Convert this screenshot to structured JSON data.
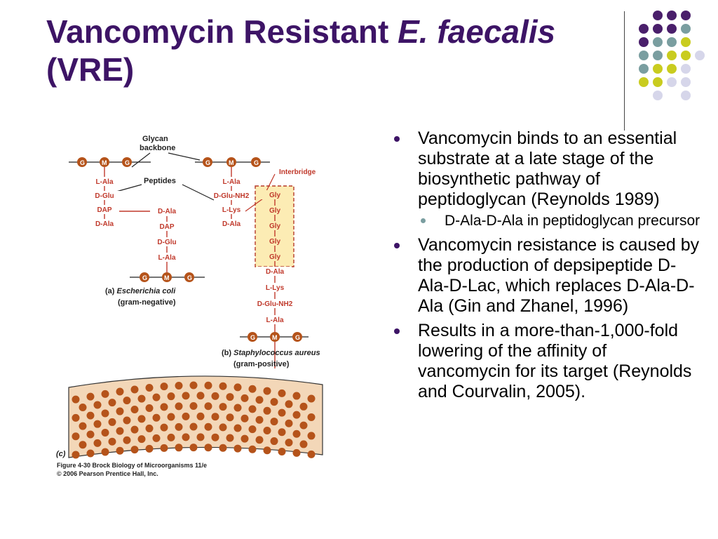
{
  "slide": {
    "title": "Vancomycin Resistant E. faecalis (VRE)",
    "title_parts": {
      "plain1": "Vancomycin Resistant ",
      "italic1": "E. faecalis",
      "plain2": " (VRE)"
    }
  },
  "colors": {
    "title": "#3d1466",
    "dot_purple": "#4a1f6b",
    "dot_teal": "#7a9ea0",
    "dot_yellow": "#c9cc1f",
    "dot_lavender": "#d6d6ea",
    "figure_brown": "#b5531a",
    "figure_red": "#c0392b"
  },
  "bullets": [
    {
      "text": "Vancomycin binds to an essential substrate at a late stage of the biosynthetic pathway of peptidoglycan (Reynolds 1989)",
      "sub": [
        "D-Ala-D-Ala in peptidoglycan precursor"
      ]
    },
    {
      "text": "Vancomycin resistance is caused by the production of depsipeptide D-Ala-D-Lac, which replaces D-Ala-D-Ala (Gin and Zhanel,  1996)",
      "sub": []
    },
    {
      "text": "Results in a more-than-1,000-fold lowering of the affinity of vancomycin for its target (Reynolds and Courvalin, 2005).",
      "sub": []
    }
  ],
  "figure": {
    "glycan_label": "Glycan",
    "backbone_label": "backbone",
    "peptides_label": "Peptides",
    "interbridge_label": "Interbridge",
    "sugar_g": "G",
    "sugar_m": "M",
    "ecoli_chain": [
      "L-Ala",
      "D-Glu",
      "DAP",
      "D-Ala"
    ],
    "ecoli_cross": [
      "D-Ala",
      "DAP",
      "D-Glu",
      "L-Ala"
    ],
    "saureus_chain": [
      "L-Ala",
      "D-Glu-NH2",
      "L-Lys",
      "D-Ala"
    ],
    "gly_bridge": [
      "Gly",
      "Gly",
      "Gly",
      "Gly",
      "Gly"
    ],
    "saureus_cross": [
      "D-Ala",
      "L-Lys",
      "D-Glu-NH2",
      "L-Ala"
    ],
    "label_a": "(a)",
    "label_a_species": "Escherichia coli",
    "label_a_type": "(gram-negative)",
    "label_b": "(b)",
    "label_b_species": "Staphylococcus aureus",
    "label_b_type": "(gram-positive)",
    "label_c": "(c)",
    "caption_line1": "Figure 4-30  Brock Biology of Microorganisms 11/e",
    "caption_line2": "© 2006 Pearson Prentice Hall, Inc."
  }
}
